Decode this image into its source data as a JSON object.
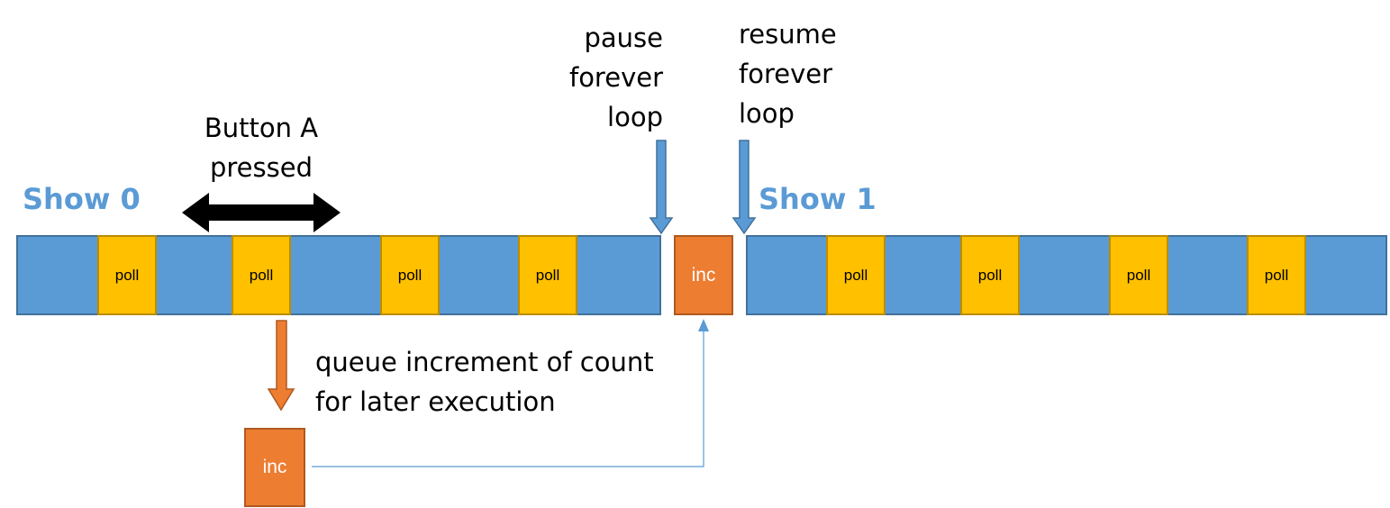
{
  "labels": {
    "show0": "Show 0",
    "show1": "Show 1",
    "button_a_line1": "Button A",
    "button_a_line2": "pressed",
    "pause_line1": "pause",
    "pause_line2": "forever",
    "pause_line3": "loop",
    "resume_line1": "resume",
    "resume_line2": "forever",
    "resume_line3": "loop",
    "queue_line1": "queue increment of count",
    "queue_line2": "for later execution"
  },
  "blocks": {
    "poll_label": "poll",
    "inc_label": "inc"
  },
  "colors": {
    "loop_blue": "#5b9bd5",
    "poll_yellow": "#ffc000",
    "inc_orange": "#ed7d31",
    "arrow_black": "#000000"
  }
}
